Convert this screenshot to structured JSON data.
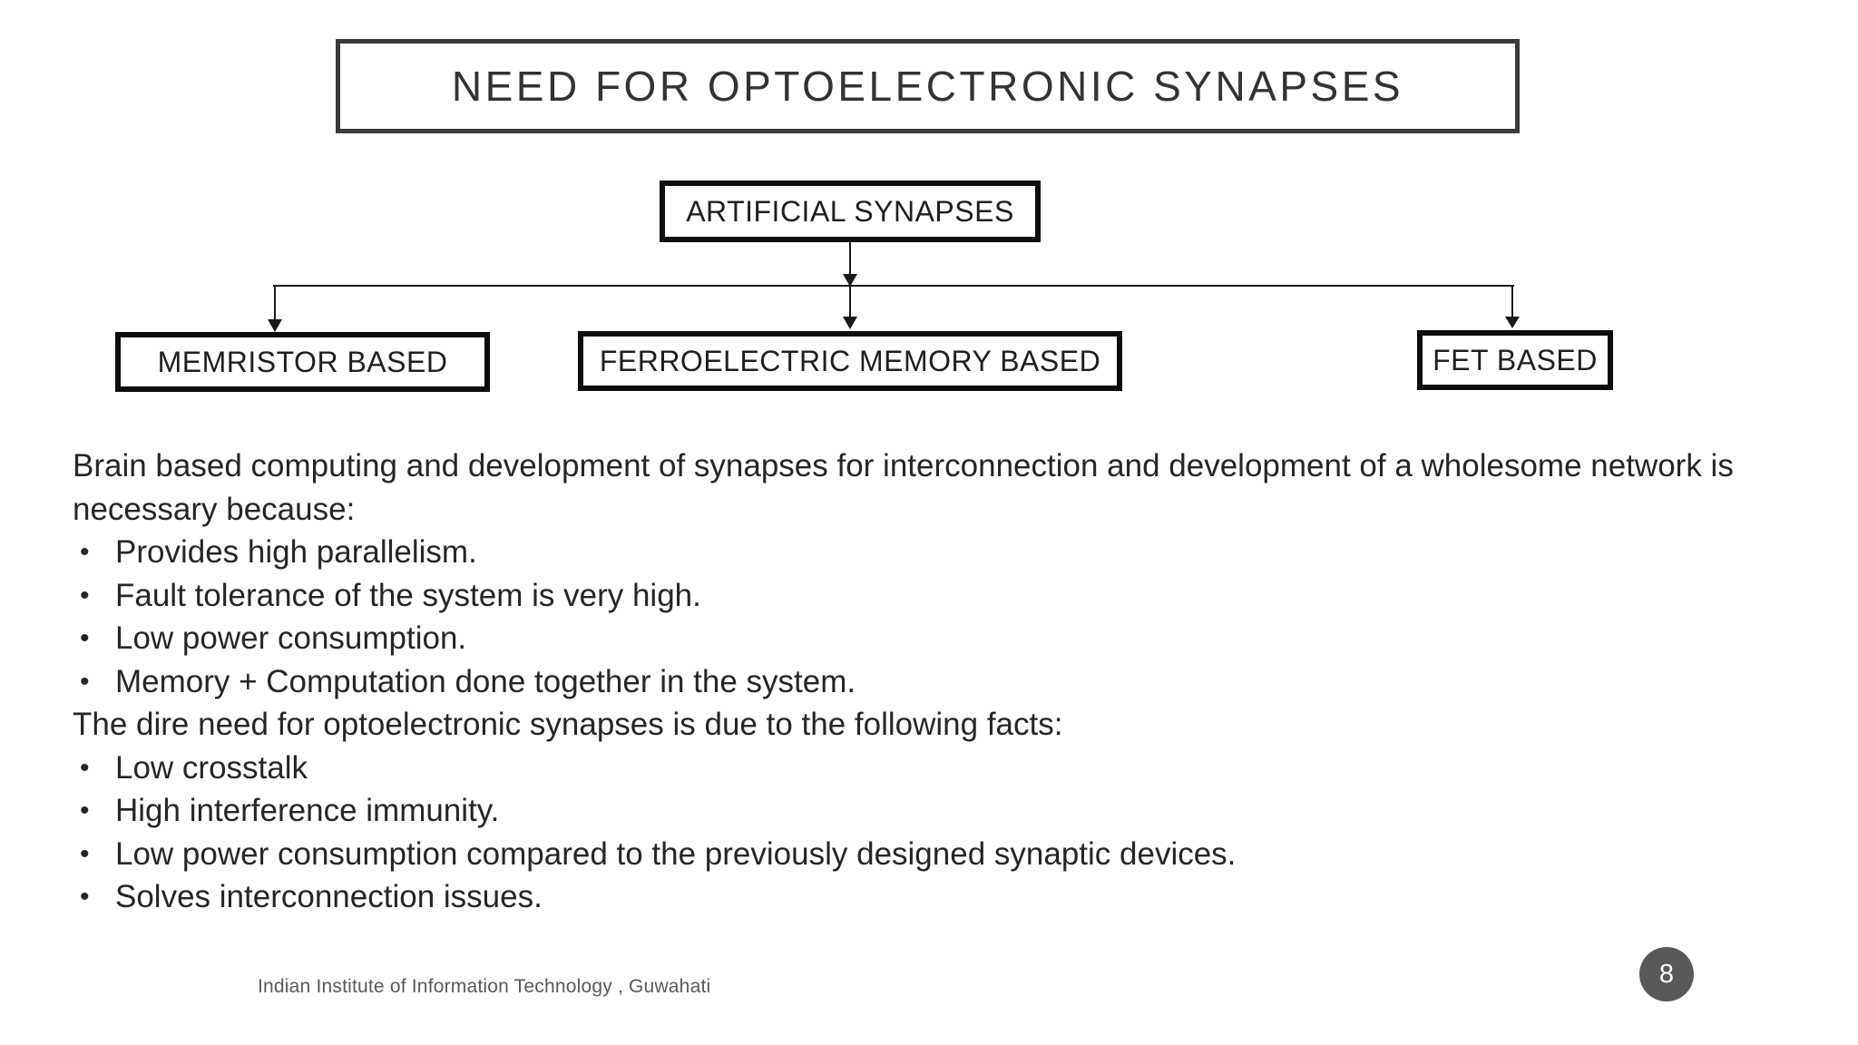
{
  "slide": {
    "title": "NEED FOR OPTOELECTRONIC SYNAPSES"
  },
  "diagram": {
    "root": {
      "label": "ARTIFICIAL SYNAPSES"
    },
    "children": [
      {
        "label": "MEMRISTOR BASED"
      },
      {
        "label": "FERROELECTRIC MEMORY BASED"
      },
      {
        "label": "FET BASED"
      }
    ]
  },
  "body": {
    "bullet_char": "•",
    "intro": "Brain based computing and development of synapses for interconnection and development of a wholesome network is necessary because:",
    "bullets_brain": [
      "Provides high parallelism.",
      "Fault tolerance of the system is very high.",
      "Low power consumption.",
      "Memory + Computation done together in the system."
    ],
    "mid": "The dire need for optoelectronic synapses is due to the following facts:",
    "bullets_need": [
      "Low crosstalk",
      "High interference immunity.",
      "Low power consumption compared to the previously designed synaptic devices.",
      "Solves interconnection issues."
    ]
  },
  "footer": {
    "institute": "Indian Institute of Information Technology , Guwahati",
    "page_number": "8"
  },
  "colors": {
    "background": "#ffffff",
    "text": "#262626",
    "title_text": "#333333",
    "title_border": "#3a3a3a",
    "box_border": "#0d0d0d",
    "line_color": "#1a1a1a",
    "footer_text": "#595959",
    "badge_bg": "#595959",
    "badge_text": "#ffffff"
  }
}
